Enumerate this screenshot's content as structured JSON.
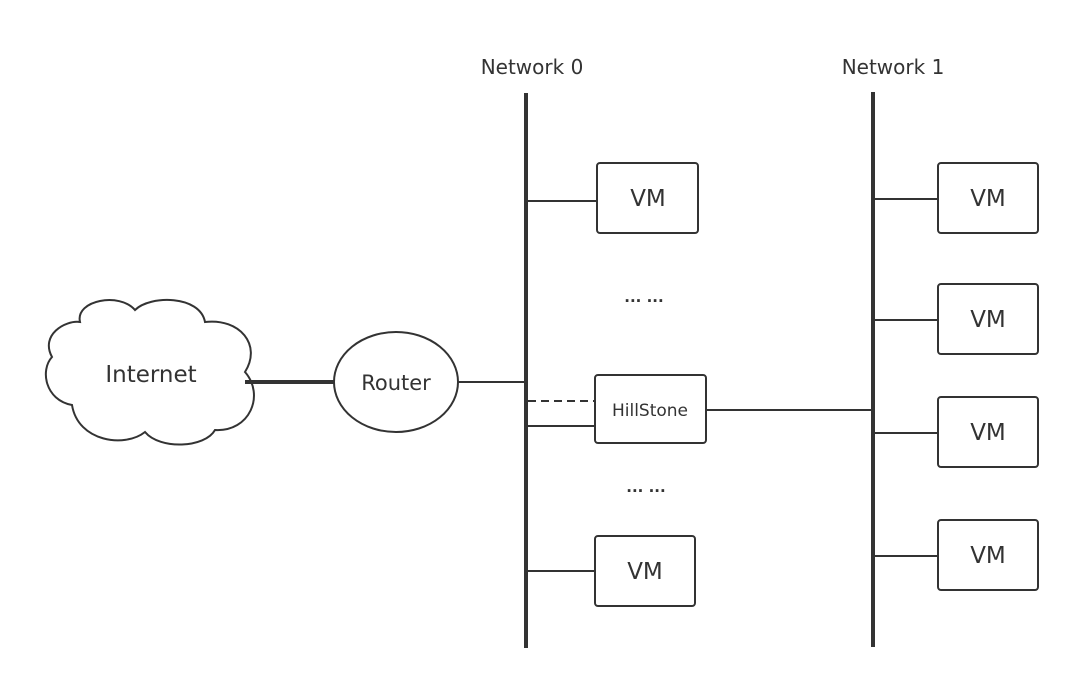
{
  "networks": {
    "n0": {
      "label": "Network 0"
    },
    "n1": {
      "label": "Network 1"
    }
  },
  "internet": {
    "label": "Internet"
  },
  "router": {
    "label": "Router"
  },
  "hillstone": {
    "label": "HillStone"
  },
  "vm_label": "VM",
  "ellipsis": "... ...",
  "colors": {
    "line": "#333333",
    "text": "#333333",
    "background": "#ffffff"
  }
}
